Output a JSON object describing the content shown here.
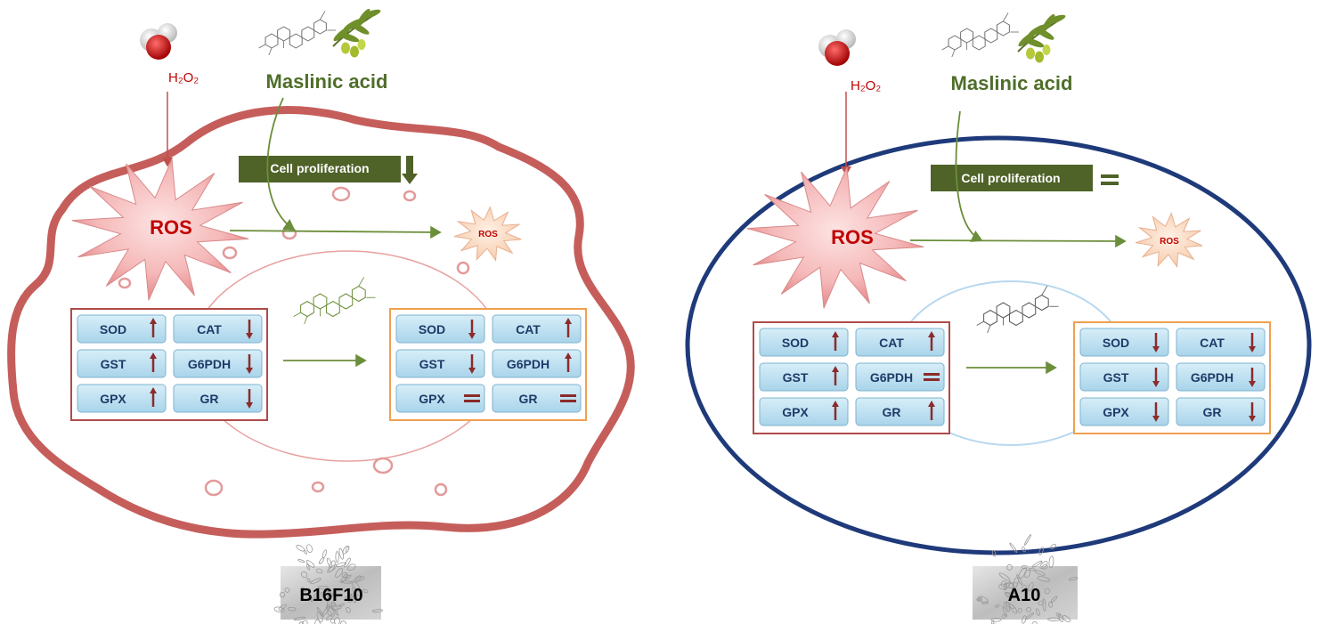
{
  "colors": {
    "melanoma_membrane": "#c0504d",
    "a10_membrane": "#1f3a7a",
    "ros_red": "#c00000",
    "olive_green": "#5a7a2e",
    "enzyme_box_fill": "#bfe0ef",
    "enzyme_text": "#1f3a68",
    "arrow_dark_red": "#8b2b2b",
    "orange_border": "#f0a050"
  },
  "left_panel": {
    "oxidant": "H₂O₂",
    "compound": "Maslinic acid",
    "proliferation_label": "Cell proliferation",
    "proliferation_change": "down",
    "ros_large": "ROS",
    "ros_small": "ROS",
    "before_enzymes": [
      {
        "name": "SOD",
        "change": "up"
      },
      {
        "name": "CAT",
        "change": "down"
      },
      {
        "name": "GST",
        "change": "up"
      },
      {
        "name": "G6PDH",
        "change": "down"
      },
      {
        "name": "GPX",
        "change": "up"
      },
      {
        "name": "GR",
        "change": "down"
      }
    ],
    "after_enzymes": [
      {
        "name": "SOD",
        "change": "down"
      },
      {
        "name": "CAT",
        "change": "up"
      },
      {
        "name": "GST",
        "change": "down"
      },
      {
        "name": "G6PDH",
        "change": "up"
      },
      {
        "name": "GPX",
        "change": "equal"
      },
      {
        "name": "GR",
        "change": "equal"
      }
    ],
    "cell_line": "B16F10"
  },
  "right_panel": {
    "oxidant": "H₂O₂",
    "compound": "Maslinic acid",
    "proliferation_label": "Cell proliferation",
    "proliferation_change": "equal",
    "ros_large": "ROS",
    "ros_small": "ROS",
    "before_enzymes": [
      {
        "name": "SOD",
        "change": "up"
      },
      {
        "name": "CAT",
        "change": "up"
      },
      {
        "name": "GST",
        "change": "up"
      },
      {
        "name": "G6PDH",
        "change": "equal"
      },
      {
        "name": "GPX",
        "change": "up"
      },
      {
        "name": "GR",
        "change": "up"
      }
    ],
    "after_enzymes": [
      {
        "name": "SOD",
        "change": "down"
      },
      {
        "name": "CAT",
        "change": "down"
      },
      {
        "name": "GST",
        "change": "down"
      },
      {
        "name": "G6PDH",
        "change": "down"
      },
      {
        "name": "GPX",
        "change": "down"
      },
      {
        "name": "GR",
        "change": "down"
      }
    ],
    "cell_line": "A10"
  }
}
